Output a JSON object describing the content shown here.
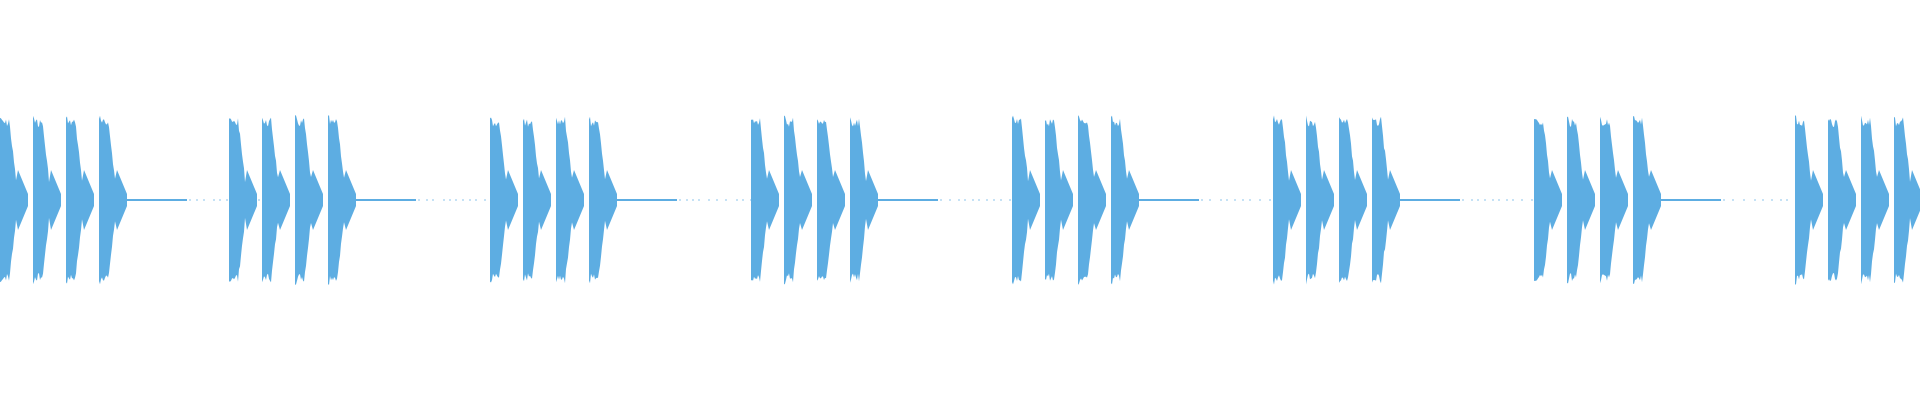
{
  "waveform": {
    "color": "#5dade2",
    "background": "#ffffff",
    "burst_groups": 8,
    "pulses_per_group": 4,
    "period_seconds_relative": 1.0,
    "pulse_on_fraction": 0.12,
    "baseline_style": "dotted-tail"
  }
}
